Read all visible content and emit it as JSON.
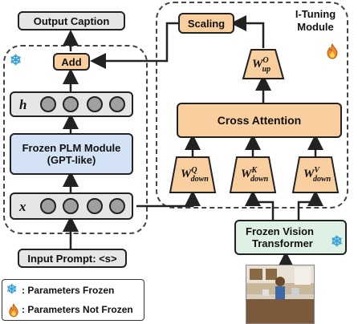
{
  "title": "",
  "nodes": {
    "output_caption": "Output Caption",
    "add": "Add",
    "frozen_plm_line1": "Frozen PLM Module",
    "frozen_plm_line2": "(GPT-like)",
    "input_prompt": "Input Prompt: <s>",
    "scaling": "Scaling",
    "cross_attention": "Cross Attention",
    "frozen_vision_line1": "Frozen Vision",
    "frozen_vision_line2": "Transformer",
    "i_tuning_line1": "I-Tuning",
    "i_tuning_line2": "Module"
  },
  "variables": {
    "h": "h",
    "x": "x"
  },
  "weights": {
    "w_up": {
      "base": "W",
      "sup": "O",
      "sub": "up"
    },
    "w_down_q": {
      "base": "W",
      "sup": "Q",
      "sub": "down"
    },
    "w_down_k": {
      "base": "W",
      "sup": "K",
      "sub": "down"
    },
    "w_down_v": {
      "base": "W",
      "sup": "V",
      "sub": "down"
    }
  },
  "legend": {
    "frozen": ": Parameters Frozen",
    "not_frozen": ": Parameters Not Frozen"
  },
  "icons": {
    "frozen_icon": "snowflake-icon",
    "not_frozen_icon": "flame-icon"
  },
  "colors": {
    "gray": "#e6e6e6",
    "orange": "#f9cfa0",
    "blue": "#d4e2f6",
    "green": "#dff1e4",
    "snow": "#3aa0d8",
    "flame": "#f08a24"
  }
}
